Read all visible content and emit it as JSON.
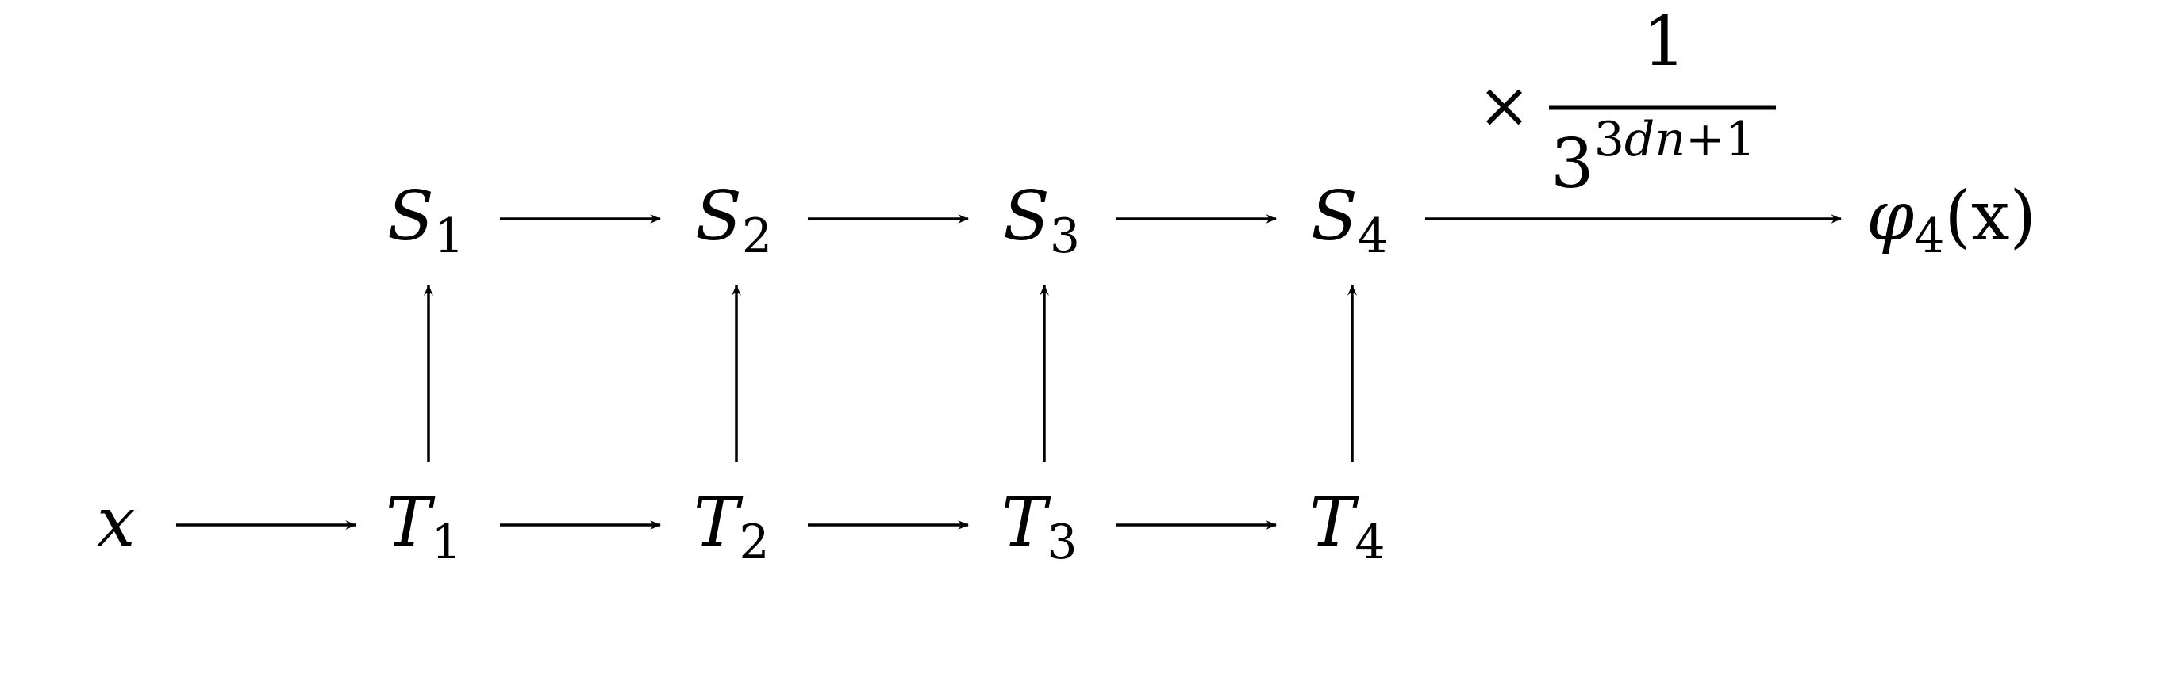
{
  "diagram": {
    "input": {
      "symbol": "x"
    },
    "output": {
      "symbol": "φ",
      "sub": "4",
      "arg": "(x)"
    },
    "top_row": [
      {
        "symbol": "S",
        "sub": "1"
      },
      {
        "symbol": "S",
        "sub": "2"
      },
      {
        "symbol": "S",
        "sub": "3"
      },
      {
        "symbol": "S",
        "sub": "4"
      }
    ],
    "bottom_row": [
      {
        "symbol": "T",
        "sub": "1"
      },
      {
        "symbol": "T",
        "sub": "2"
      },
      {
        "symbol": "T",
        "sub": "3"
      },
      {
        "symbol": "T",
        "sub": "4"
      }
    ],
    "edge_label": {
      "times": "×",
      "numerator": "1",
      "base": "3",
      "exponent_italic": "dn",
      "exponent_pre": "3",
      "exponent_post": "+1"
    },
    "colors": {
      "ink": "#000000",
      "background": "#ffffff"
    }
  }
}
